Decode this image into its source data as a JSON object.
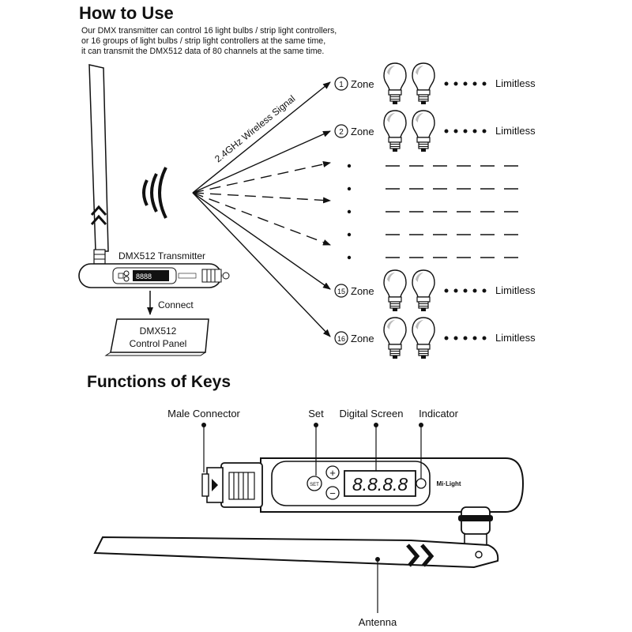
{
  "how_to_use": {
    "title": "How to Use",
    "intro_lines": [
      "Our DMX transmitter can control 16 light bulbs / strip light controllers,",
      "or 16 groups of light bulbs / strip light controllers at the same time,",
      "it can transmit the DMX512 data of 80 channels at the same time."
    ],
    "signal_label": "2.4GHz Wireless Signal",
    "transmitter_label": "DMX512 Transmitter",
    "transmitter_display": "8888",
    "connect_label": "Connect",
    "control_panel_lines": [
      "DMX512",
      "Control Panel"
    ],
    "zones": [
      {
        "number": "1",
        "label": "Zone",
        "limit": "Limitless"
      },
      {
        "number": "2",
        "label": "Zone",
        "limit": "Limitless"
      },
      {
        "number": "15",
        "label": "Zone",
        "limit": "Limitless"
      },
      {
        "number": "16",
        "label": "Zone",
        "limit": "Limitless"
      }
    ]
  },
  "functions_of_keys": {
    "title": "Functions of Keys",
    "callouts": {
      "male_connector": "Male Connector",
      "set": "Set",
      "digital_screen": "Digital Screen",
      "indicator": "Indicator",
      "antenna": "Antenna"
    },
    "set_button": "SET",
    "plus_button": "+",
    "minus_button": "−",
    "display": "8.8.8.8",
    "brand": "Mi·Light"
  }
}
